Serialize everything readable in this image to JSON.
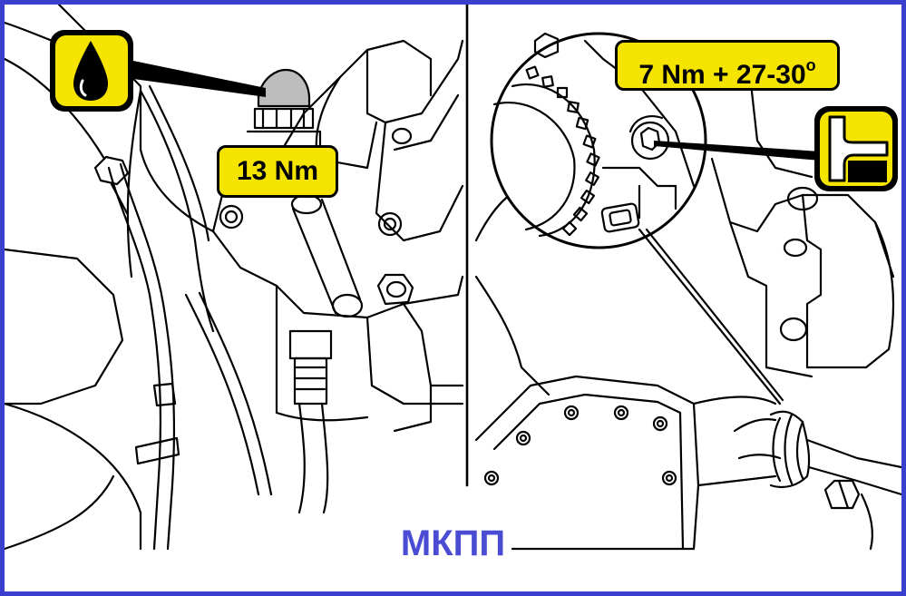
{
  "labels": {
    "torque_left": "13 Nm",
    "torque_right_main": "7 Nm + 27-30",
    "torque_right_sup": "o"
  },
  "caption": "МКПП",
  "icons": [
    "oil-drop-icon",
    "drain-level-icon"
  ],
  "colors": {
    "frame": "#3a3fd0",
    "label_fill": "#f5e400",
    "caption": "#4a4dd4",
    "line": "#000000"
  }
}
